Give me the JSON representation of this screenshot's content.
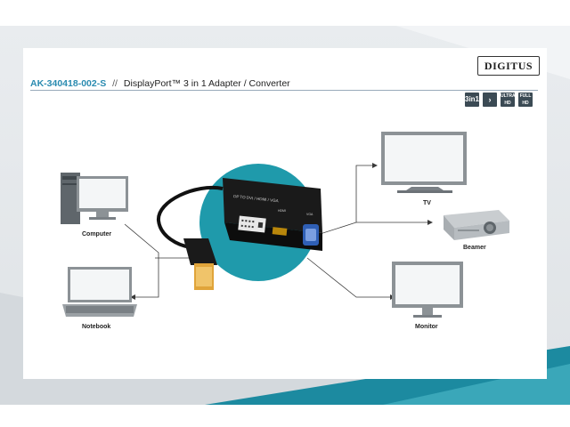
{
  "brand": {
    "name": "DIGITUS"
  },
  "headline": {
    "code": "AK-340418-002-S",
    "separator": "//",
    "title": "DisplayPort™ 3 in 1 Adapter / Converter"
  },
  "badges": [
    {
      "text": "3in1"
    },
    {
      "text": "›"
    },
    {
      "text": "ULTRA HD"
    },
    {
      "text": "FULL HD"
    }
  ],
  "devices": {
    "computer": "Computer",
    "notebook": "Notebook",
    "tv": "TV",
    "beamer": "Beamer",
    "monitor": "Monitor"
  },
  "adapter": {
    "face_label": "DP TO DVI / HDMI / VGA",
    "port_hdmi": "HDMI",
    "port_vga": "VGA"
  },
  "colors": {
    "accent": "#2a8bb0",
    "teal_circle": "#1f9aab",
    "device_grey": "#8c9296"
  }
}
